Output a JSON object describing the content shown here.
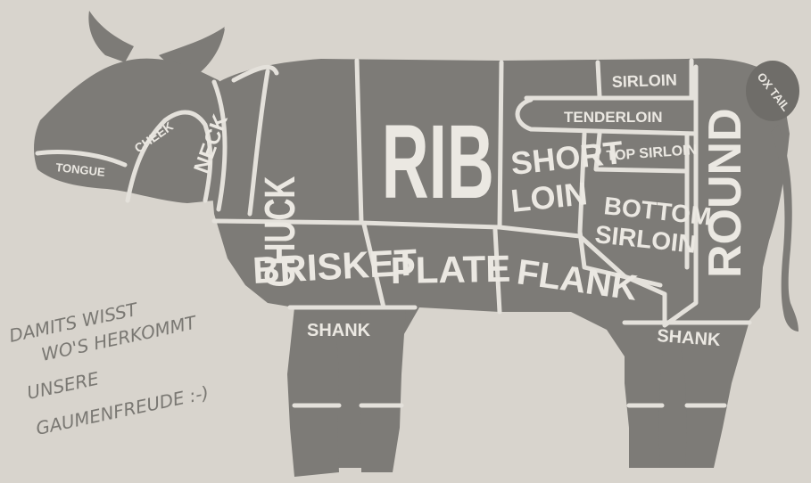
{
  "cuts": {
    "tongue": "TONGUE",
    "cheek": "CHEEK",
    "neck": "NECK",
    "chuck": "CHUCK",
    "rib": "RIB",
    "sirloin": "SIRLOIN",
    "tenderloin": "TENDERLOIN",
    "top_sirloin": "TOP SIRLOIN",
    "short_loin": [
      "SHORT",
      "LOIN"
    ],
    "bottom_sirloin": [
      "BOTTOM",
      "SIRLOIN"
    ],
    "round": "ROUND",
    "ox_tail": "OX TAIL",
    "brisket": "BRISKET",
    "plate": "PLATE",
    "flank": "FLANK",
    "shank_front": "SHANK",
    "shank_back": "SHANK"
  },
  "note": {
    "lines": [
      "DAMITS WISST",
      "WO'S HERKOMMT",
      "UNSERE",
      "GAUMENFREUDE :-)"
    ]
  },
  "colors": {
    "background": "#d8d4cd",
    "cow": "#7d7b77",
    "seam": "#e4e1db",
    "label": "#ebe8e2",
    "note": "#7a7873"
  }
}
